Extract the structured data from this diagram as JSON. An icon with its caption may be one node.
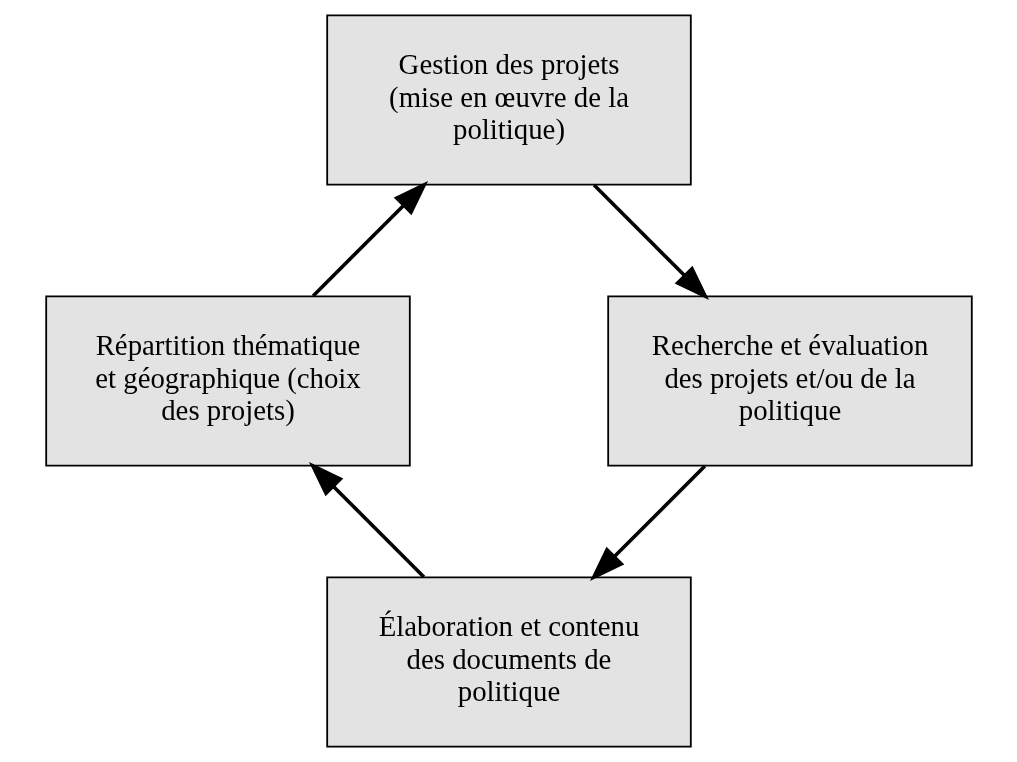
{
  "diagram": {
    "nodes": [
      {
        "text": [
          "Élaboration et contenu des documents de politique"
        ]
      },
      {
        "text": [
          "Répartition thématique et géographique (choix des projets)"
        ]
      },
      {
        "text": [
          "Gestion des projets (mise en œuvre de la politique)"
        ]
      },
      {
        "text": [
          "Recherche et évaluation des projets et/ou de la politique"
        ]
      }
    ],
    "edges": [
      {
        "from": 0,
        "to": 1,
        "arrow": "to"
      },
      {
        "from": 1,
        "to": 2,
        "arrow": "to"
      },
      {
        "from": 2,
        "to": 3,
        "arrow": "to"
      },
      {
        "from": 3,
        "to": 0,
        "arrow": "to"
      }
    ]
  }
}
